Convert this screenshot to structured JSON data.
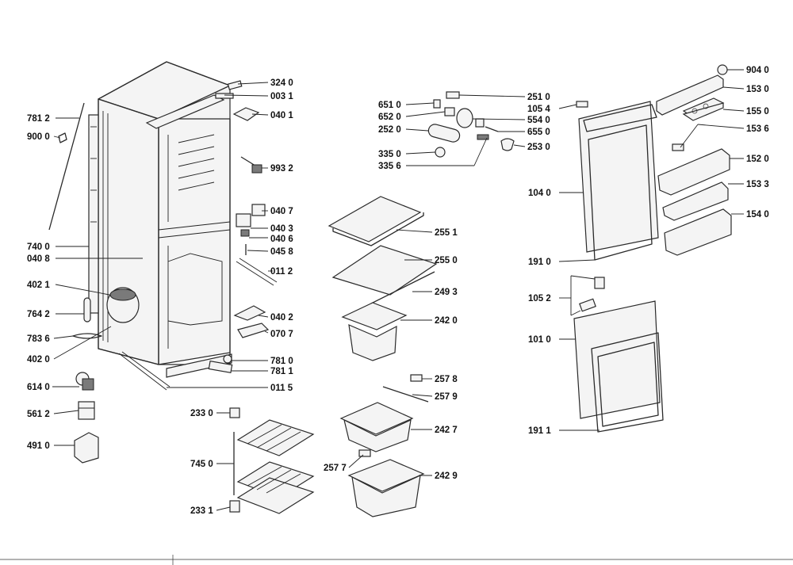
{
  "labels": {
    "l3240": "324 0",
    "l0031": "003 1",
    "l0401": "040 1",
    "l7812": "781 2",
    "l9000": "900 0",
    "l9932": "993 2",
    "l0407": "040 7",
    "l0403": "040 3",
    "l0406": "040 6",
    "l0458": "045 8",
    "l0112": "011 2",
    "l7400": "740 0",
    "l0408": "040 8",
    "l4021": "402 1",
    "l7642": "764 2",
    "l7836": "783 6",
    "l4020": "402 0",
    "l0402": "040 2",
    "l0707": "070 7",
    "l7810": "781 0",
    "l7811": "781 1",
    "l6140": "614 0",
    "l0115": "011 5",
    "l5612": "561 2",
    "l4910": "491 0",
    "l2330": "233 0",
    "l7450": "745 0",
    "l2331": "233 1",
    "l6510": "651 0",
    "l6520": "652 0",
    "l2520": "252 0",
    "l3350": "335 0",
    "l3356": "335 6",
    "l2510": "251 0",
    "l1054": "105 4",
    "l5540": "554 0",
    "l6550": "655 0",
    "l2530": "253 0",
    "l2551": "255 1",
    "l2550": "255 0",
    "l2493": "249 3",
    "l2420": "242 0",
    "l2578": "257 8",
    "l2579": "257 9",
    "l2427": "242 7",
    "l2577": "257 7",
    "l2429": "242 9",
    "l9040": "904 0",
    "l1530": "153 0",
    "l1550": "155 0",
    "l1536": "153 6",
    "l1520": "152 0",
    "l1533": "153 3",
    "l1540": "154 0",
    "l1040": "104 0",
    "l1910": "191 0",
    "l1052": "105 2",
    "l1010": "101 0",
    "l1911": "191 1"
  }
}
